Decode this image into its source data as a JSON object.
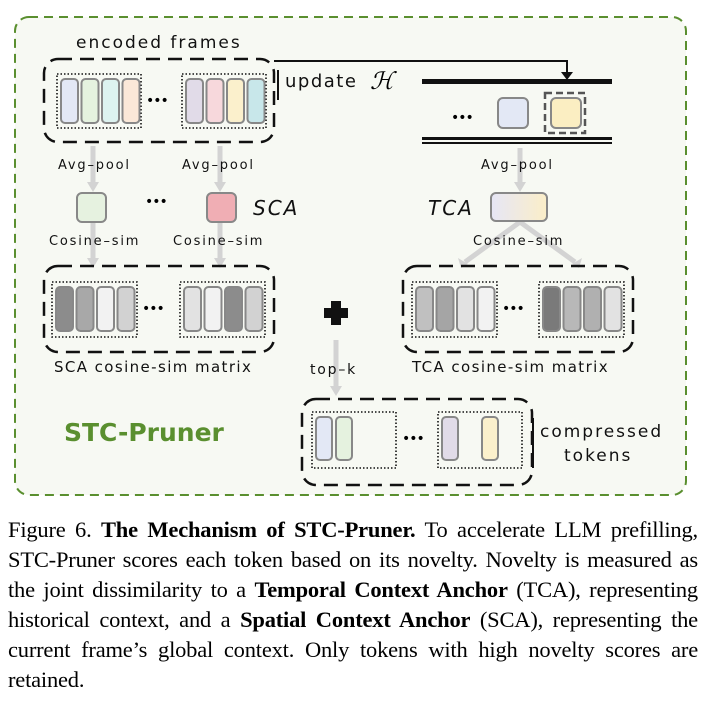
{
  "diagram": {
    "title": "STC-Pruner",
    "labels": {
      "encoded_frames": "encoded frames",
      "update": "update",
      "history_symbol": "ℋ",
      "avg_pool_1": "Avg–pool",
      "avg_pool_2": "Avg–pool",
      "avg_pool_3": "Avg–pool",
      "cosine_sim_1": "Cosine–sim",
      "cosine_sim_2": "Cosine–sim",
      "cosine_sim_3": "Cosine–sim",
      "sca": "SCA",
      "tca": "TCA",
      "sca_matrix": "SCA cosine-sim matrix",
      "tca_matrix": "TCA cosine-sim matrix",
      "top_k": "top–k",
      "compressed_1": "compressed",
      "compressed_2": "tokens",
      "plus": "+",
      "ellipsis": "•••"
    },
    "colors": {
      "frame_outline": "#5a8f2f",
      "panel_bg": "#f7f9f3",
      "title_green": "#5a8f2f",
      "frame1_tokens": [
        "#e3e8f5",
        "#e5f2df",
        "#ddf3f0",
        "#fbe8d8"
      ],
      "frame2_tokens": [
        "#e1dbe8",
        "#f7d8dc",
        "#fbf0cc",
        "#c8e7ea"
      ],
      "pool_token_1": "#e6f2e0",
      "pool_token_sca": "#f0aeb4",
      "history_token_1": "#e3e8f5",
      "history_token_2": "#fbeec2",
      "tca_gradient": [
        "#e6e6f6",
        "#fbeec8"
      ],
      "sca_matrix_left": [
        "#8c8c8c",
        "#a8a8a8",
        "#f2f2f2",
        "#d2d2d2"
      ],
      "sca_matrix_right": [
        "#e2e2e2",
        "#f2f2f2",
        "#8c8c8c",
        "#d2d2d2"
      ],
      "tca_matrix_left": [
        "#c0c0c0",
        "#a5a5a5",
        "#e2e2e2",
        "#f2f2f2"
      ],
      "tca_matrix_right": [
        "#7a7a7a",
        "#b8b8b8",
        "#b0b0b0",
        "#e2e2e2"
      ],
      "compressed_left": [
        "#e3e8f5",
        "#e5f2df"
      ],
      "compressed_right": [
        "#e1dbe8",
        "#fbf0cc"
      ]
    }
  },
  "caption": {
    "label": "Figure 6.",
    "bold_title": "The Mechanism of STC-Pruner.",
    "text_1": "To accelerate LLM prefilling, STC-Pruner scores each token based on its novelty. Novelty is measured as the joint dissimilarity to a",
    "bold_1": "Temporal Context Anchor",
    "text_2": "(TCA), representing historical context, and a",
    "bold_2": "Spatial Context Anchor",
    "text_3": "(SCA), representing the current frame’s global context. Only tokens with high novelty scores are retained."
  }
}
